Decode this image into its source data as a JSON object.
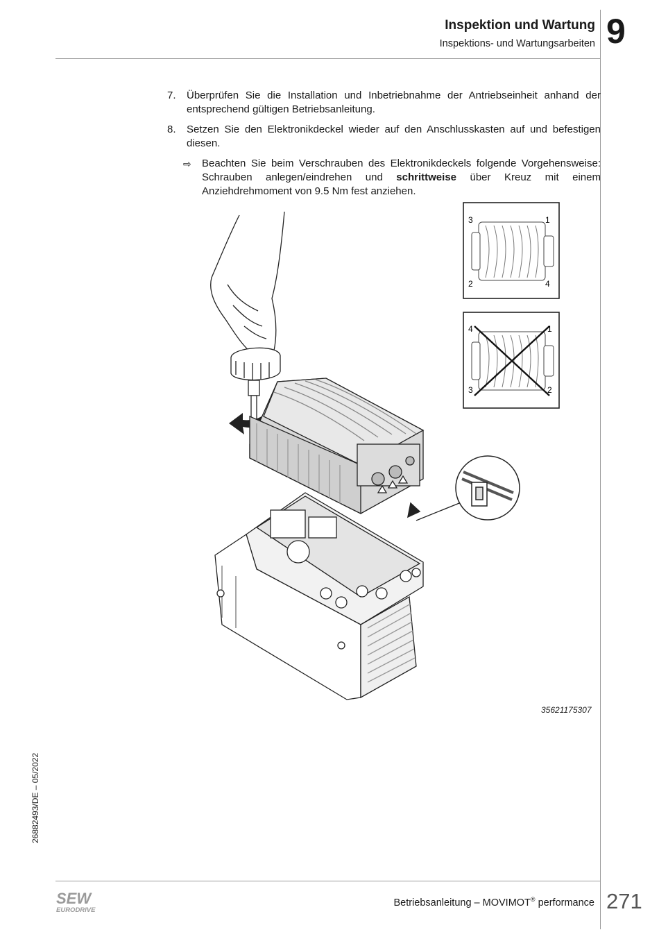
{
  "header": {
    "title": "Inspektion und Wartung",
    "subtitle": "Inspektions- und Wartungsarbeiten",
    "chapter": "9"
  },
  "steps": [
    {
      "number": "7.",
      "text": "Überprüfen Sie die Installation und Inbetriebnahme der Antriebseinheit anhand der entsprechend gültigen Betriebsanleitung."
    },
    {
      "number": "8.",
      "text": "Setzen Sie den Elektronikdeckel wieder auf den Anschlusskasten auf und befestigen diesen."
    }
  ],
  "note": {
    "arrow": "⇨",
    "text_before": "Beachten Sie beim Verschrauben des Elektronikdeckels folgende Vorgehensweise: Schrauben anlegen/eindrehen und ",
    "text_bold": "schrittweise",
    "text_after": " über Kreuz mit einem Anziehdrehmoment von 9.5 Nm fest anziehen."
  },
  "figure": {
    "id": "35621175307",
    "correct_labels": [
      "3",
      "1",
      "2",
      "4"
    ],
    "wrong_labels": [
      "4",
      "1",
      "3",
      "2"
    ]
  },
  "sidebar": {
    "doc_id": "26882493/DE – 05/2022"
  },
  "footer": {
    "logo_top": "SEW",
    "logo_bottom": "EURODRIVE",
    "text_main": "Betriebsanleitung – MOVIMOT",
    "text_reg": "®",
    "text_end": " performance",
    "page": "271"
  }
}
